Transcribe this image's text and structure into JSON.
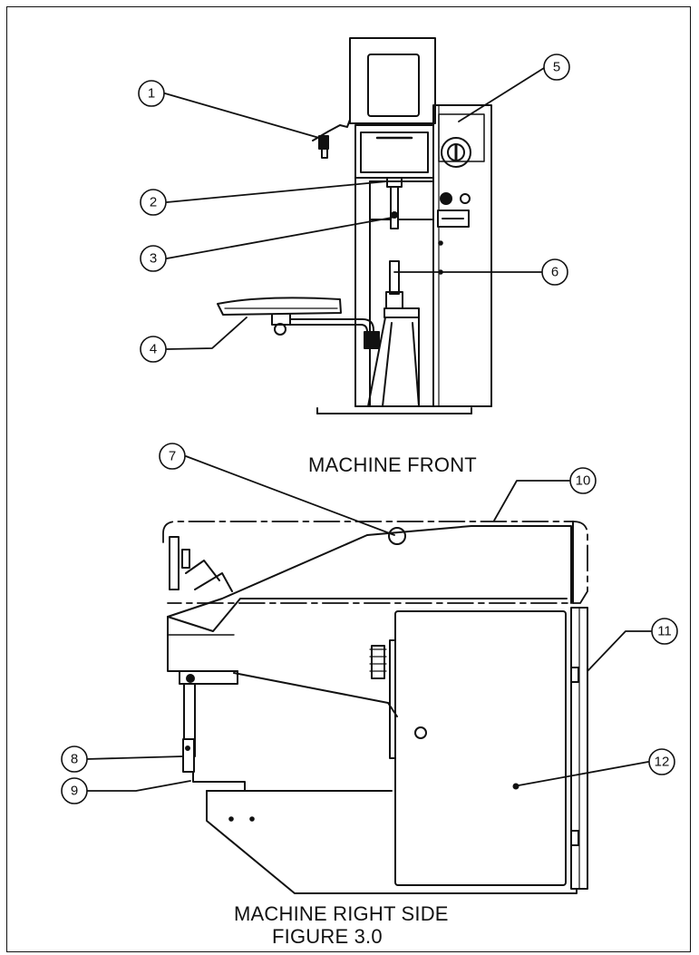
{
  "labels": {
    "machine_front": "MACHINE FRONT",
    "machine_right_side": "MACHINE RIGHT SIDE",
    "figure": "FIGURE 3.0"
  },
  "callouts": [
    "1",
    "2",
    "3",
    "4",
    "5",
    "6",
    "7",
    "8",
    "9",
    "10",
    "11",
    "12"
  ],
  "colors": {
    "line": "#111111",
    "background": "#ffffff"
  }
}
